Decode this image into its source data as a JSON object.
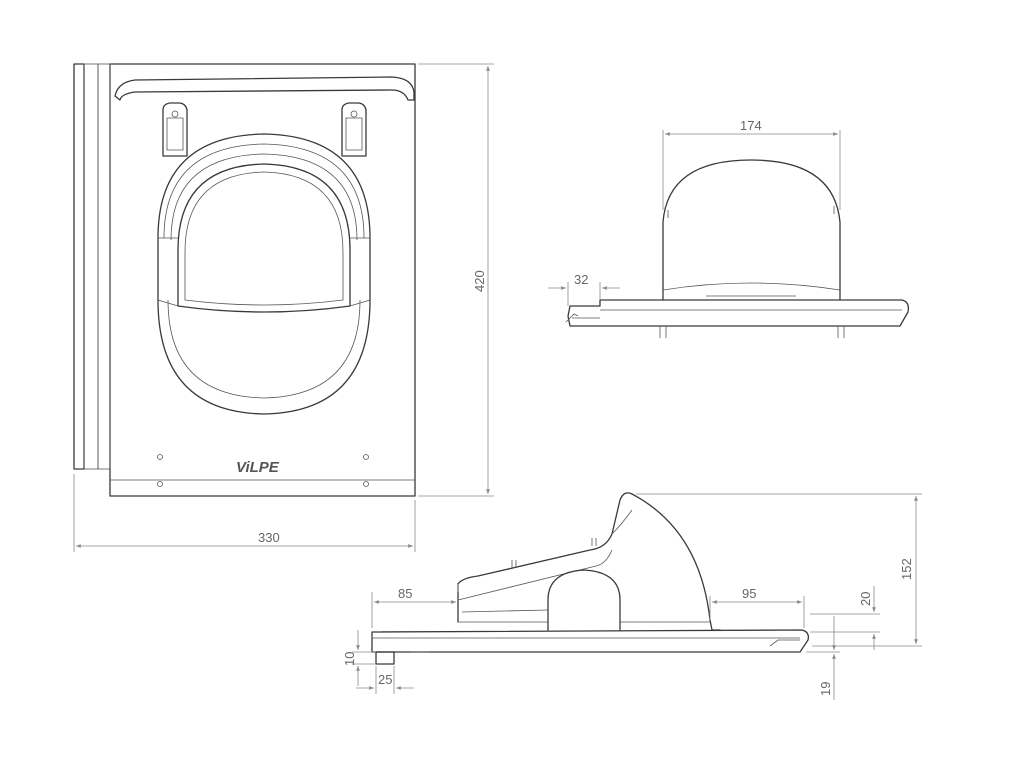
{
  "drawing": {
    "logo_text": "ViLPE",
    "dimensions": {
      "front_width": "330",
      "front_height": "420",
      "top_hood_width": "174",
      "top_edge_offset": "32",
      "side_left_offset": "85",
      "side_right_offset": "95",
      "side_total_height": "152",
      "side_plate_step": "20",
      "side_bottom_drop": "19",
      "side_foot_height": "10",
      "side_foot_width": "25"
    }
  }
}
